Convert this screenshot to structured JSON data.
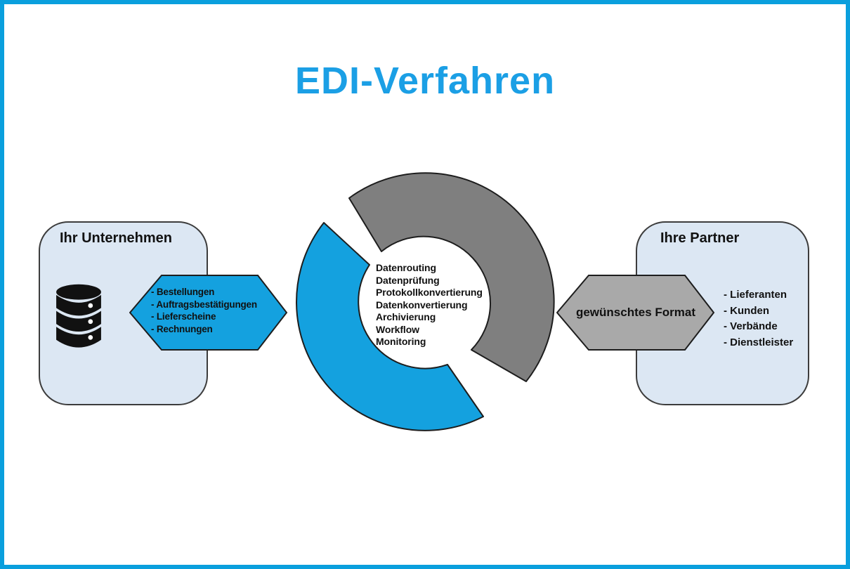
{
  "title": {
    "text": "EDI-Verfahren"
  },
  "company_box": {
    "title": "Ihr Unternehmen",
    "icon": "database-icon"
  },
  "outbound_documents": {
    "shape": "blue-hexagon",
    "items": [
      "- Bestellungen",
      "- Auftragsbestätigungen",
      "- Lieferscheine",
      "- Rechnungen"
    ]
  },
  "process_cycle": {
    "shape": "circular-arrows",
    "items": [
      "Datenrouting",
      "Datenprüfung",
      "Protokollkonvertierung",
      "Datenkonvertierung",
      "Archivierung",
      "Workflow",
      "Monitoring"
    ]
  },
  "format_arrow": {
    "shape": "gray-hexagon",
    "label": "gewünschtes Format"
  },
  "partner_box": {
    "title": "Ihre Partner",
    "items": [
      "- Lieferanten",
      "- Kunden",
      "- Verbände",
      "- Dienstleister"
    ]
  },
  "colors": {
    "brand_blue": "#14a1df",
    "title_blue": "#1b9fe5",
    "frame_blue": "#0a9fdd",
    "arc_gray": "#7f7f7f",
    "hexagon_gray": "#a9a9a9",
    "box_fill": "#dce7f3",
    "outline_dark": "#1d1d1d",
    "text": "#111111"
  }
}
